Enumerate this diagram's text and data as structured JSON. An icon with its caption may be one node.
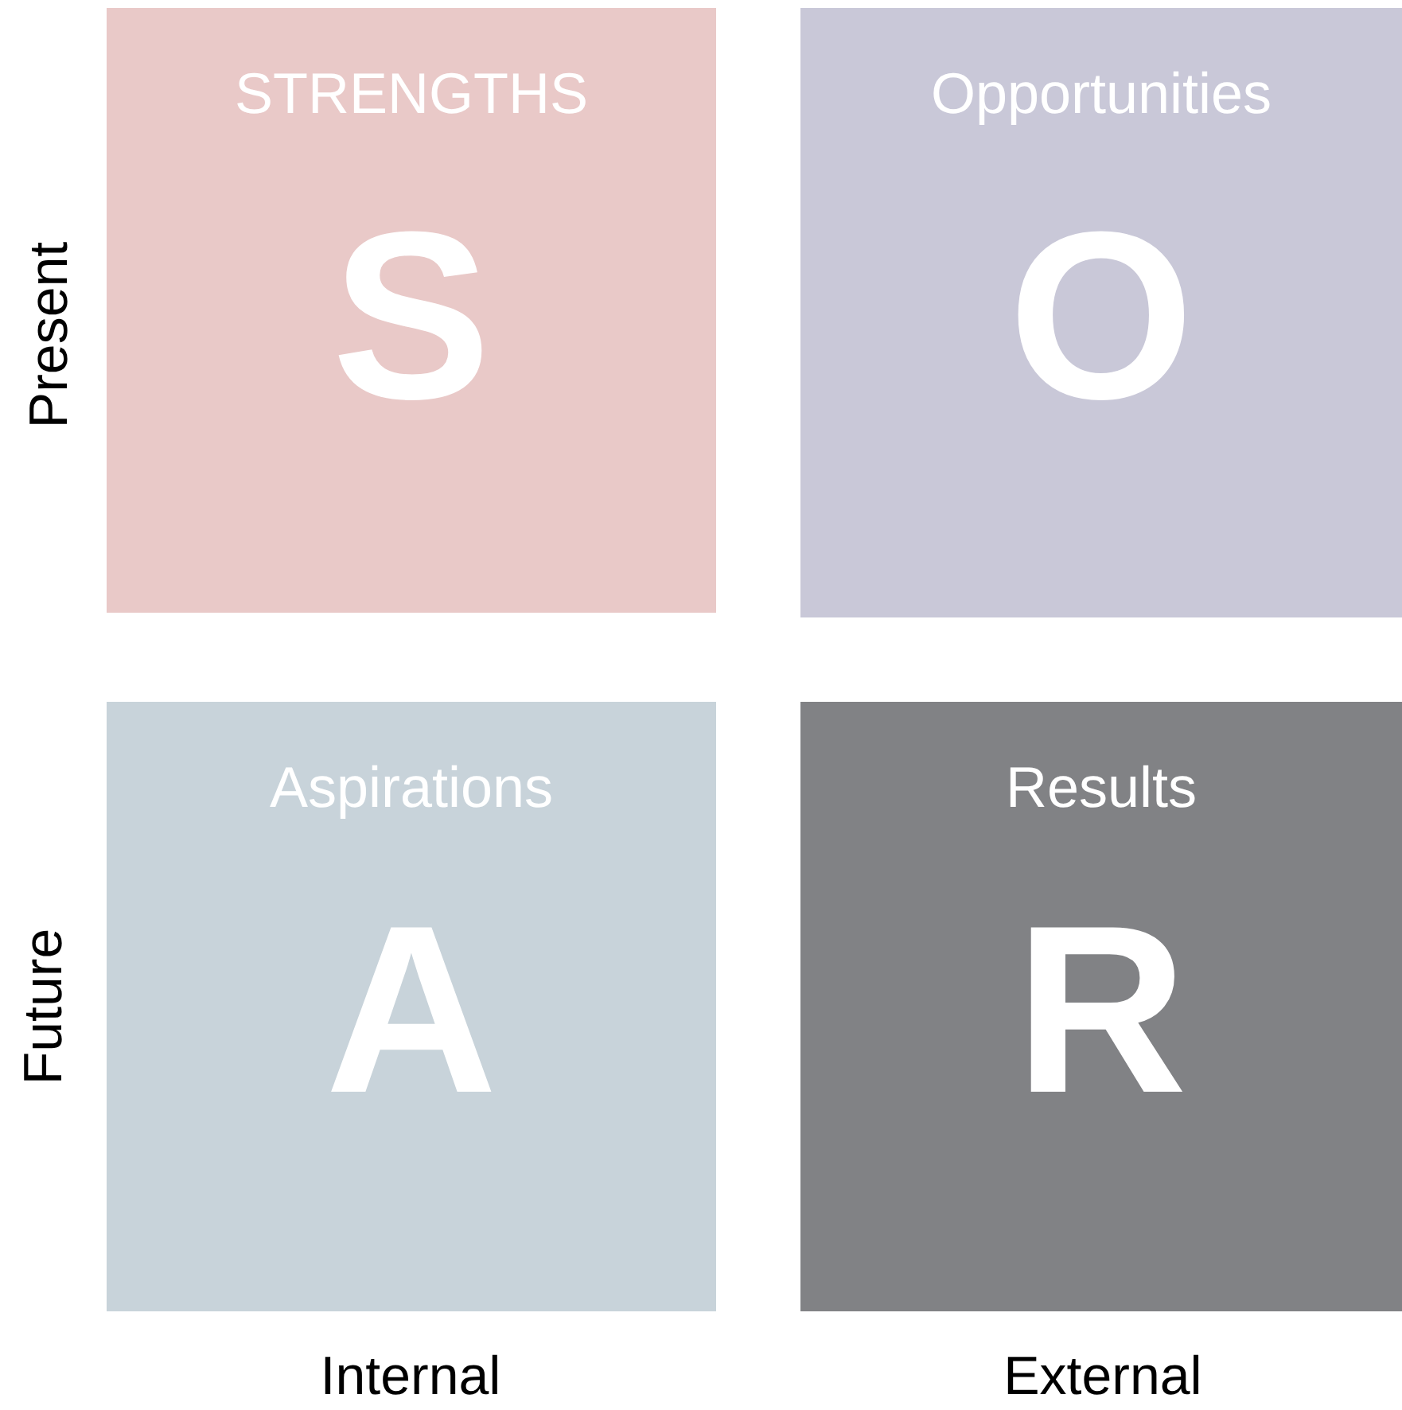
{
  "diagram": {
    "nodes": [
      {
        "text": [
          "STRENGTHS",
          "S"
        ]
      },
      {
        "text": [
          "Opportunities",
          "O"
        ]
      },
      {
        "text": [
          "Aspirations",
          "A"
        ]
      },
      {
        "text": [
          "Results",
          "R"
        ]
      }
    ],
    "labels": [
      "Present",
      "Future",
      "Internal",
      "External"
    ]
  }
}
